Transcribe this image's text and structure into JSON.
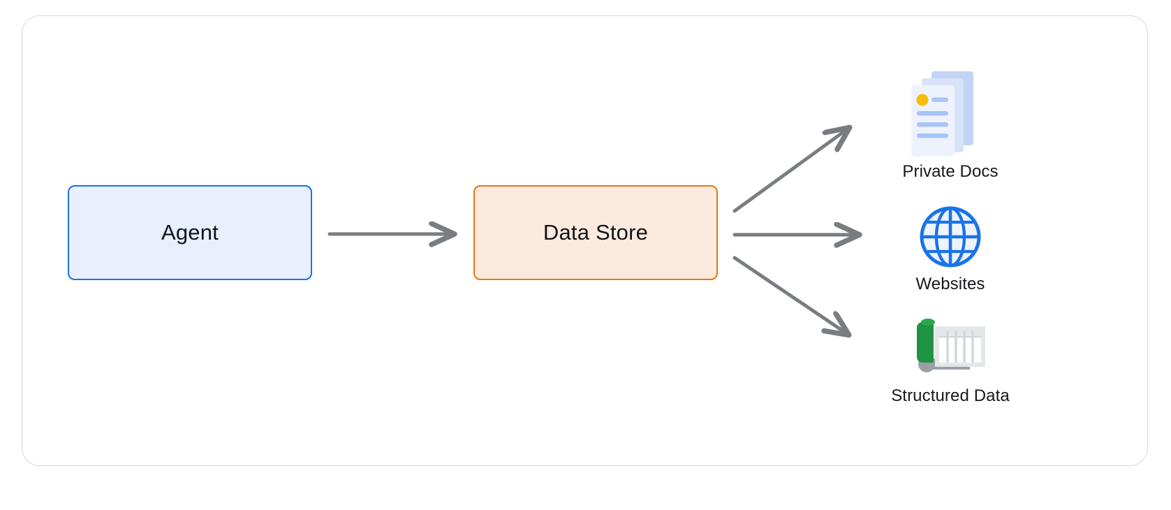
{
  "diagram": {
    "title": "Agent Data Store retrieval flow",
    "background_color": "#ffffff",
    "card_border_color": "#d6d8db",
    "nodes": [
      {
        "id": "agent",
        "label": "Agent",
        "fill": "#e8f0fe",
        "stroke": "#1a73e8",
        "text_color": "#111418"
      },
      {
        "id": "data_store",
        "label": "Data Store",
        "fill": "#fdeade",
        "stroke": "#e1780a",
        "text_color": "#111418"
      }
    ],
    "connectors": [
      {
        "id": "agent-to-datastore",
        "from": "agent",
        "to": "data_store",
        "style": "arrow",
        "color": "#797d82"
      },
      {
        "id": "datastore-to-private-docs",
        "from": "data_store",
        "to": "private_docs",
        "style": "arrow",
        "color": "#797d82"
      },
      {
        "id": "datastore-to-websites",
        "from": "data_store",
        "to": "websites",
        "style": "arrow",
        "color": "#797d82"
      },
      {
        "id": "datastore-to-structured-data",
        "from": "data_store",
        "to": "structured_data",
        "style": "arrow",
        "color": "#797d82"
      }
    ],
    "destinations": [
      {
        "id": "private_docs",
        "label": "Private Docs",
        "icon": "documents-stack-icon",
        "colors": {
          "page": "#eef2fc",
          "stack": "#c3d3f5",
          "accent": "#fbbc04",
          "lines": "#a8c4f8"
        }
      },
      {
        "id": "websites",
        "label": "Websites",
        "icon": "globe-icon",
        "colors": {
          "outline": "#1a73e8",
          "fill": "#eef3fd"
        }
      },
      {
        "id": "structured_data",
        "label": "Structured Data",
        "icon": "spreadsheet-table-icon",
        "colors": {
          "spine": "#1e9342",
          "sheet": "#eceff1",
          "grid": "#ffffff",
          "shadow": "#9aa0a6"
        }
      }
    ]
  }
}
